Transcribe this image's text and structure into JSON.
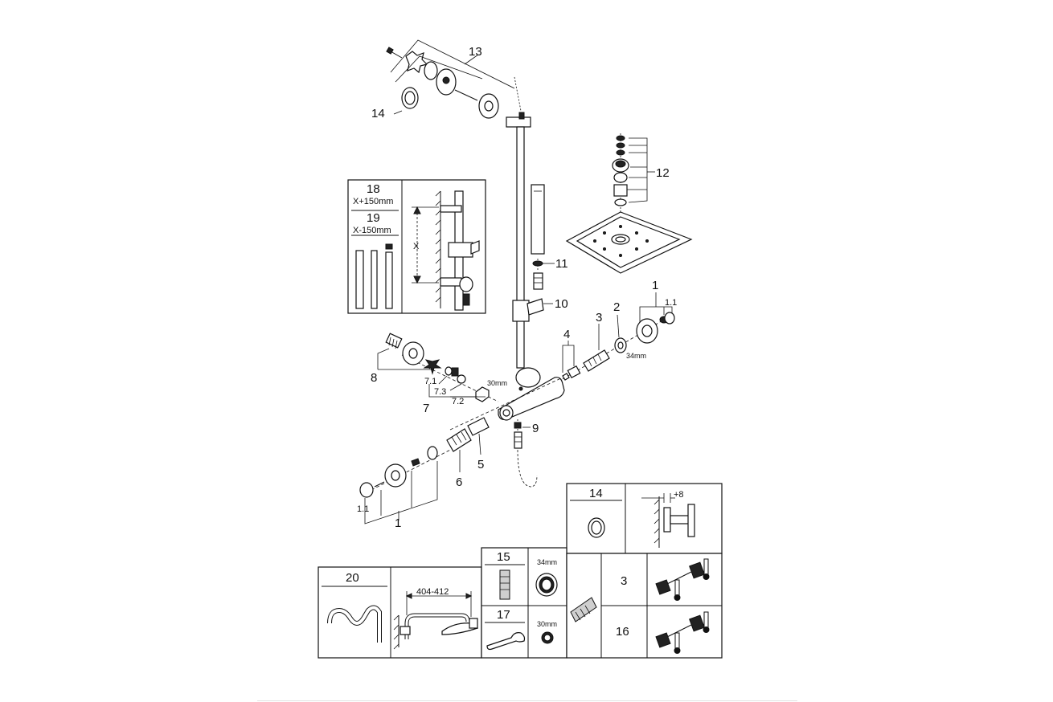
{
  "callouts": {
    "p1_top": "1",
    "p1_1_top": "1.1",
    "p2": "2",
    "p3": "3",
    "p4": "4",
    "p5": "5",
    "p6": "6",
    "p7": "7",
    "p7_1": "7.1",
    "p7_2": "7.2",
    "p7_3": "7.3",
    "p8": "8",
    "p9": "9",
    "p10": "10",
    "p11": "11",
    "p12": "12",
    "p13": "13",
    "p14": "14",
    "p1_bottom": "1",
    "p1_1_bottom": "1.1",
    "dim_34mm": "34mm",
    "dim_30mm": "30mm"
  },
  "rail_inset": {
    "label_18": "18",
    "dim_18": "X+150mm",
    "label_19": "19",
    "dim_19": "X-150mm",
    "x_label": "X"
  },
  "panel_14": {
    "label": "14",
    "offset": "+8"
  },
  "panel_20": {
    "label": "20",
    "dim": "404-412"
  },
  "panel_15": {
    "label": "15",
    "dim": "34mm"
  },
  "panel_17": {
    "label": "17",
    "dim": "30mm"
  },
  "panel_thermo": {
    "row_a": "3",
    "row_b": "16"
  }
}
